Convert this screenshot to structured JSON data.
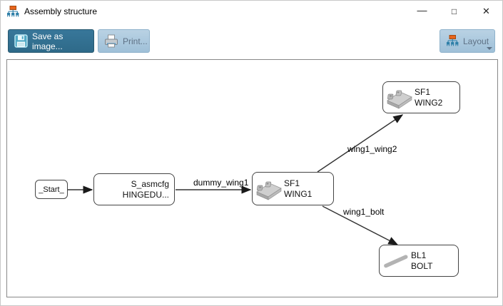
{
  "window": {
    "title": "Assembly structure",
    "minimize_glyph": "—",
    "maximize_glyph": "□",
    "close_glyph": "✕"
  },
  "toolbar": {
    "save_label": "Save as image...",
    "print_label": "Print...",
    "layout_label": "Layout"
  },
  "diagram": {
    "nodes": {
      "start": {
        "label": "_Start_"
      },
      "asmcfg": {
        "line1": "S_asmcfg",
        "line2": "HINGEDU..."
      },
      "wing1": {
        "line1": "SF1",
        "line2": "WING1",
        "icon": "wing-part-icon"
      },
      "wing2": {
        "line1": "SF1",
        "line2": "WING2",
        "icon": "wing-part-icon"
      },
      "bolt": {
        "line1": "BL1",
        "line2": "BOLT",
        "icon": "bolt-part-icon"
      }
    },
    "edges": [
      {
        "from": "_Start_",
        "to": "S_asmcfg",
        "label": ""
      },
      {
        "from": "S_asmcfg",
        "to": "SF1 WING1",
        "label": "dummy_wing1"
      },
      {
        "from": "SF1 WING1",
        "to": "SF1 WING2",
        "label": "wing1_wing2"
      },
      {
        "from": "SF1 WING1",
        "to": "BL1 BOLT",
        "label": "wing1_bolt"
      }
    ]
  },
  "colors": {
    "save_button_bg": "#31708F",
    "secondary_button_bg": "#A9C7DC",
    "secondary_button_text": "#5E7185",
    "accent_orange": "#E8641B",
    "accent_blue": "#2E7FA8",
    "canvas_border": "#888888",
    "node_border": "#444444",
    "edge_color": "#333333"
  }
}
